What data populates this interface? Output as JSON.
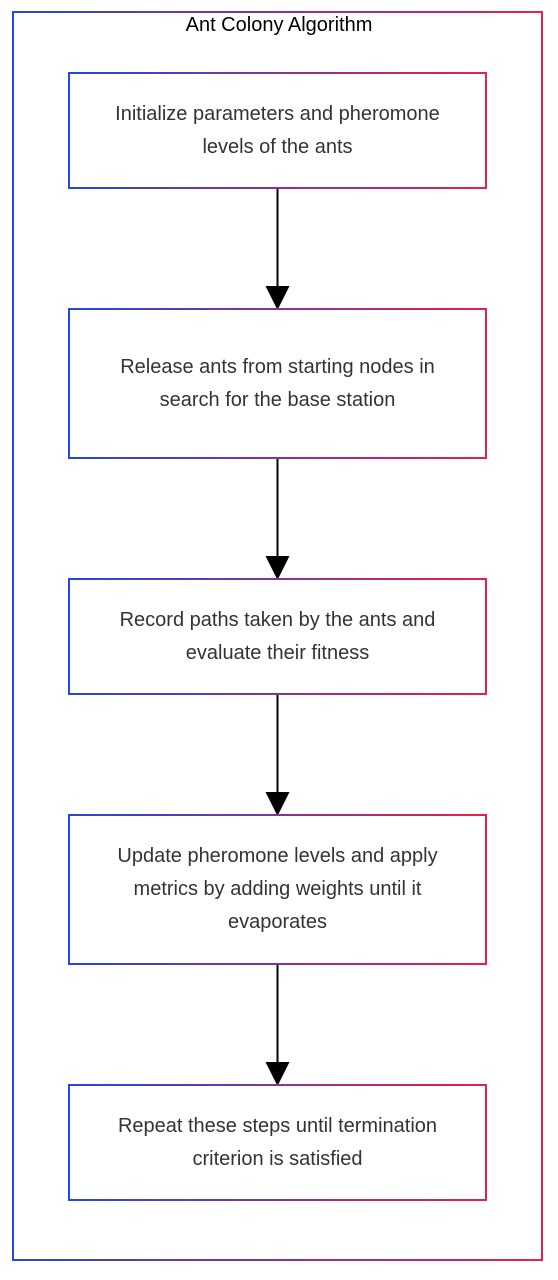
{
  "diagram": {
    "title": "Ant Colony Algorithm",
    "gradient": {
      "start": "#2347e0",
      "end": "#e8204a"
    },
    "arrow_color": "#000000",
    "steps": [
      {
        "label": "Initialize parameters and pheromone levels of the ants"
      },
      {
        "label": "Release ants from starting nodes in search for the base station"
      },
      {
        "label": "Record paths taken by the ants and evaluate their fitness"
      },
      {
        "label": "Update pheromone levels and apply metrics by adding weights until it evaporates"
      },
      {
        "label": "Repeat these steps until termination criterion is satisfied"
      }
    ]
  }
}
